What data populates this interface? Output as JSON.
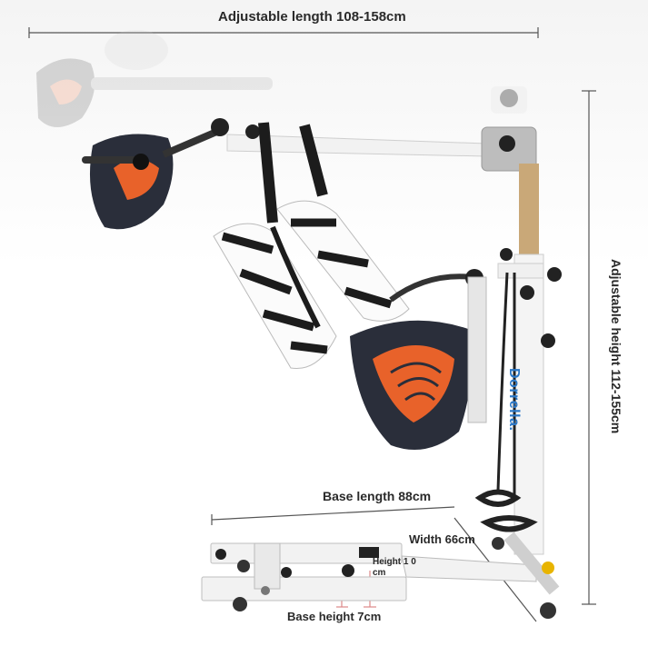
{
  "labels": {
    "adjustable_length": "Adjustable length 108-158cm",
    "adjustable_height": "Adjustable height 112-155cm",
    "base_length": "Base length 88cm",
    "width": "Width 66cm",
    "height_10": "Height 1 0 cm",
    "base_height": "Base height 7cm"
  },
  "brand": "Dorrella.",
  "colors": {
    "frame": "#f2f2f2",
    "straps": "#1c1c1c",
    "orange_accent": "#e8622a",
    "pedal_dark": "#2a2e3a",
    "dimension_line": "#555555",
    "wood_column": "#c9a878",
    "brand_blue": "#2b78c8"
  }
}
